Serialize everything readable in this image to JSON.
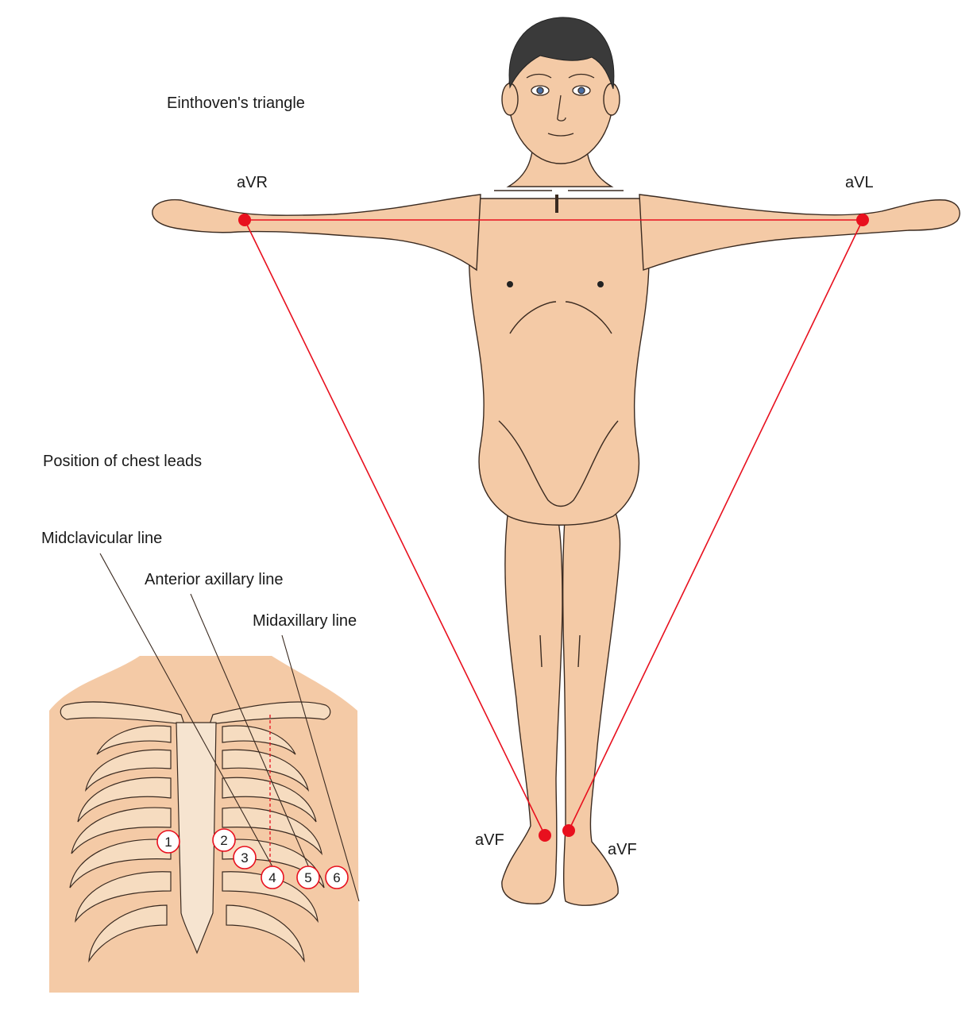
{
  "titles": {
    "einthoven": "Einthoven's triangle",
    "chest_leads": "Position of chest leads"
  },
  "limb_leads": {
    "right_arm": "aVR",
    "left_arm": "aVL",
    "left_foot": "aVF",
    "right_foot": "aVF"
  },
  "chest_lines": {
    "midclavicular": "Midclavicular line",
    "anterior_axillary": "Anterior axillary line",
    "midaxillary": "Midaxillary line"
  },
  "chest_leads": [
    "1",
    "2",
    "3",
    "4",
    "5",
    "6"
  ],
  "colors": {
    "skin": "#f4caa6",
    "skin_outline": "#3a2a20",
    "electrode": "#e8101e",
    "triangle_line": "#e8101e",
    "hair": "#3a3a3a",
    "rib": "#f6dcc0",
    "sternum": "#f6e4d0"
  }
}
